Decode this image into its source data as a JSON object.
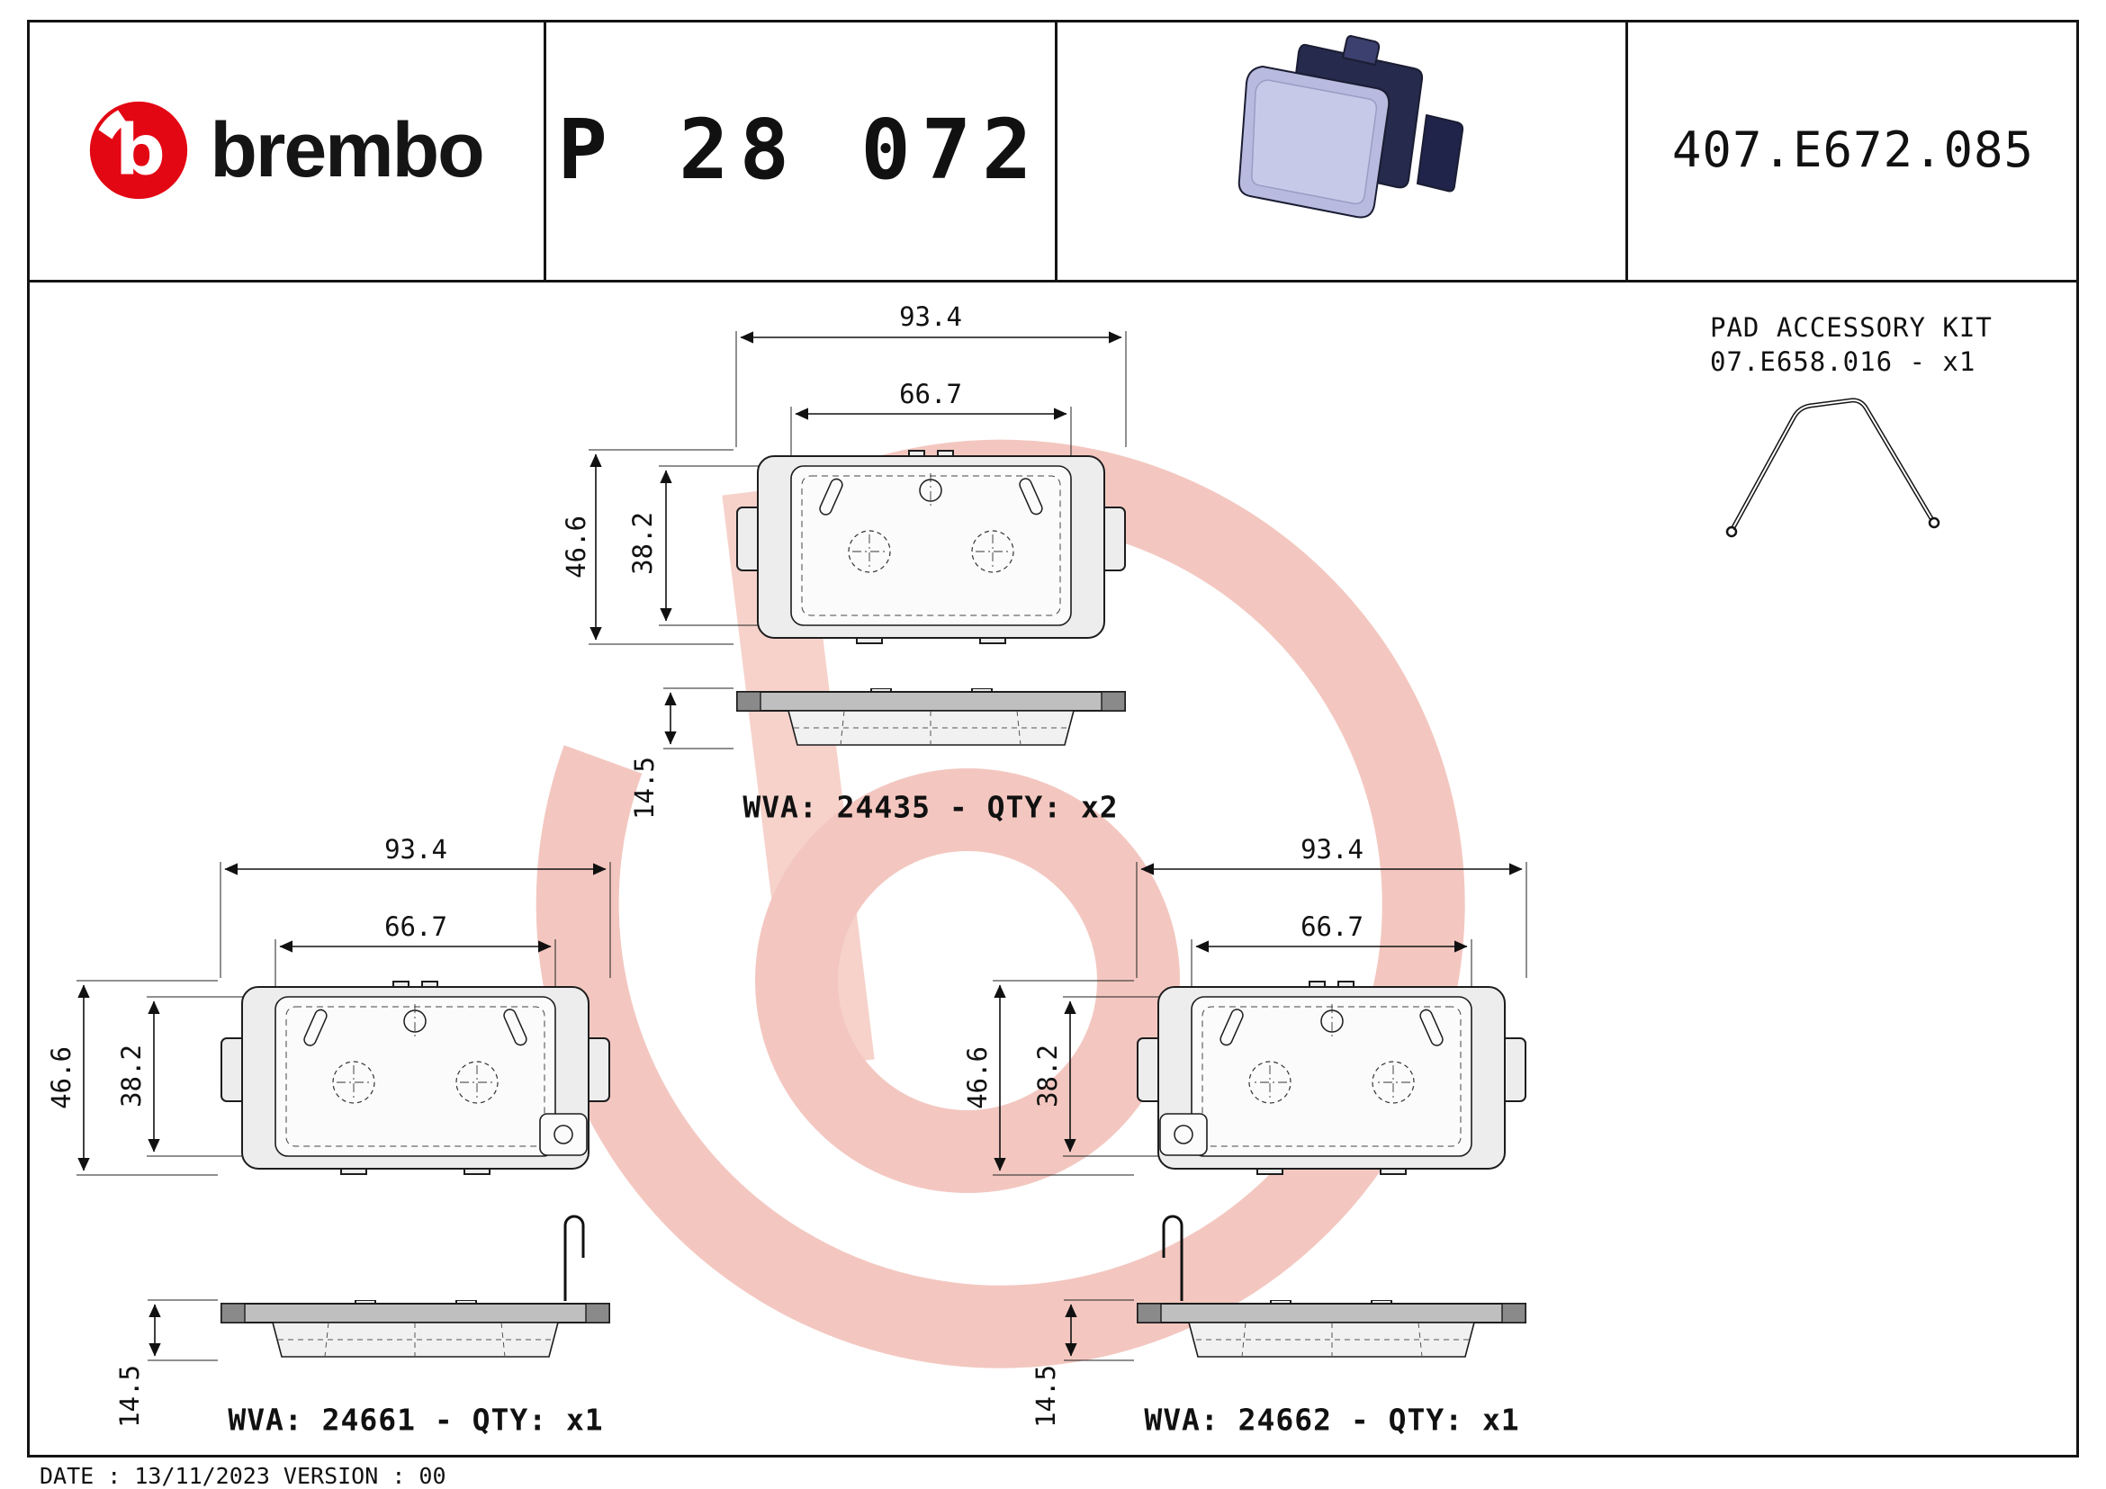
{
  "header": {
    "brand_wordmark": "brembo",
    "brand_symbol": "b",
    "part_number": "P 28 072",
    "catalog_number": "407.E672.085"
  },
  "accessory_kit": {
    "title": "PAD ACCESSORY KIT",
    "code": "07.E658.016 - x1"
  },
  "drawings": {
    "pad_a": {
      "overall_width": "93.4",
      "pad_width": "66.7",
      "overall_height": "46.6",
      "pad_height": "38.2",
      "thickness": "14.5",
      "wva_label": "WVA: 24435 - QTY: x2"
    },
    "pad_b": {
      "overall_width": "93.4",
      "pad_width": "66.7",
      "overall_height": "46.6",
      "pad_height": "38.2",
      "thickness": "14.5",
      "wva_label": "WVA: 24661 - QTY: x1"
    },
    "pad_c": {
      "overall_width": "93.4",
      "pad_width": "66.7",
      "overall_height": "46.6",
      "pad_height": "38.2",
      "thickness": "14.5",
      "wva_label": "WVA: 24662 - QTY: x1"
    }
  },
  "footer": {
    "date_version": "DATE : 13/11/2023 VERSION : 00"
  },
  "colors": {
    "brand_red": "#e30613",
    "watermark_pink": "#f3c7c0",
    "pad_lavender": "#b8bbdf",
    "plate_navy": "#262a4d"
  }
}
